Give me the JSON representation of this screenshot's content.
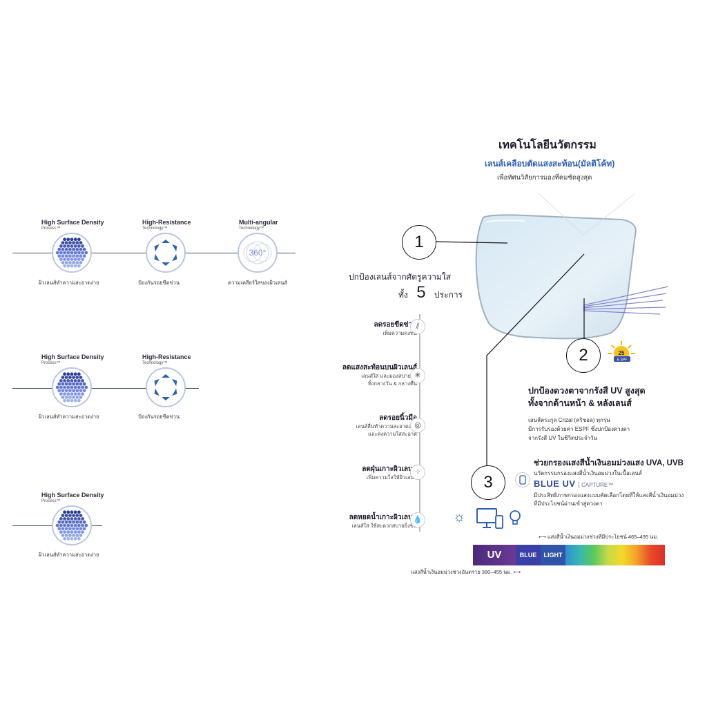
{
  "left_panel": {
    "rows": [
      {
        "items": [
          {
            "title": "High Surface Density",
            "subtitle": "Process™",
            "caption": "ผิวเลนส์ทำความสะอาดง่าย",
            "icon": "dot-sphere-icon"
          },
          {
            "title": "High-Resistance",
            "subtitle": "Technology™",
            "caption": "ป้องกันรอยขีดข่วน",
            "icon": "arrow-ring-icon"
          },
          {
            "title": "Multi-angular",
            "subtitle": "Technology™",
            "caption": "ความเคลียร์ใสของผิวเลนส์",
            "icon": "angle-360-icon",
            "icon_text": "360°"
          }
        ]
      },
      {
        "items": [
          {
            "title": "High Surface Density",
            "subtitle": "Process™",
            "caption": "ผิวเลนส์ทำความสะอาดง่าย",
            "icon": "dot-sphere-icon"
          },
          {
            "title": "High-Resistance",
            "subtitle": "Technology™",
            "caption": "ป้องกันรอยขีดข่วน",
            "icon": "arrow-ring-icon"
          }
        ]
      },
      {
        "items": [
          {
            "title": "High Surface Density",
            "subtitle": "Process™",
            "caption": "ผิวเลนส์ทำความสะอาดง่าย",
            "icon": "dot-sphere-icon"
          }
        ]
      }
    ]
  },
  "header": {
    "title": "เทคโนโลยีนวัตกรรม",
    "subtitle": "เลนส์เคลือบตัดแสงสะท้อน(มัลติโค้ท)",
    "tagline": "เพื่อทัศนวิสัยการมองที่คมชัดสูงสุด"
  },
  "protect": {
    "line1": "ปกป้องเลนส์จากศัตรูความใส",
    "prefix": "ทั้ง",
    "number": "5",
    "suffix": "ประการ"
  },
  "features": [
    {
      "title": "ลดรอยขีดข่วน",
      "desc": [
        "เพิ่มความคงทน"
      ],
      "icon": "scratch-icon",
      "glyph": "⫽"
    },
    {
      "title": "ลดแสงสะท้อนบนผิวเลนส์",
      "desc": [
        "เลนส์ใส และมองสบายตา",
        "ทั้งกลางวัน & กลางคืน"
      ],
      "icon": "sparkle-icon",
      "glyph": "✳"
    },
    {
      "title": "ลดรอยนิ้วมือ",
      "desc": [
        "เลนส์ลื่นทำความสะอาดง่าย",
        "และคงความใสสะอาด"
      ],
      "icon": "fingerprint-icon",
      "glyph": "◎"
    },
    {
      "title": "ลดฝุ่นเกาะผิวเลนส์",
      "desc": [
        "เพิ่มความใสให้ผิวเลนส์"
      ],
      "icon": "dust-icon",
      "glyph": "⁘"
    },
    {
      "title": "ลดหยดน้ำเกาะผิวเลนส์",
      "desc": [
        "เลนส์ใส ใช้สะดวกสบายยิ่งขึ้น"
      ],
      "icon": "water-drop-icon",
      "glyph": "💧"
    }
  ],
  "callouts": {
    "one": "1",
    "two": "2",
    "three": "3"
  },
  "uv_section": {
    "badge": "25",
    "badge_label": "E-SPF",
    "title_line1": "ปกป้องดวงตาจากรังสี UV สูงสุด",
    "title_line2": "ทั้งจากด้านหน้า & หลังเลนส์",
    "desc": [
      "เลนส์ตระกูล Crizal (คริซอล) ทุกรุ่น",
      "มีการรับรองด้วยค่า ESPF ซึ่งปกป้องดวงตา",
      "จากรังสี UV ในชีวิตประจำวัน"
    ]
  },
  "blue_section": {
    "title": "ช่วยกรองแสงสีน้ำเงินอมม่วงแสง UVA, UVB",
    "subtitle": "นวัตกรรมกรองแสงสีน้ำเงินอมม่วงในเนื้อเลนส์",
    "brand_blue": "BLUE UV",
    "brand_capture": "CAPTURE™",
    "desc": [
      "มีประสิทธิภาพกรองแสงแบบคัดเลือกโดยที่ให้แสงสีน้ำเงินอมม่วง",
      "ที่มีประโยชน์ผ่านเข้าสู่ดวงตา"
    ]
  },
  "spectrum": {
    "top_note": "แสงสีน้ำเงินอมม่วงช่วงที่มีประโยชน์ 465–495 นม.",
    "bottom_note": "แสงสีน้ำเงินอมม่วงช่วงอันตราย 380–455 นม.",
    "uv_label": "UV",
    "blue_label": "BLUE",
    "light_label": "LIGHT"
  },
  "colors": {
    "accent_blue": "#2d5fb5",
    "uv_purple": "#6a3a96",
    "blue_light": "#3b3fa8",
    "light_blue": "#2f55a8"
  }
}
